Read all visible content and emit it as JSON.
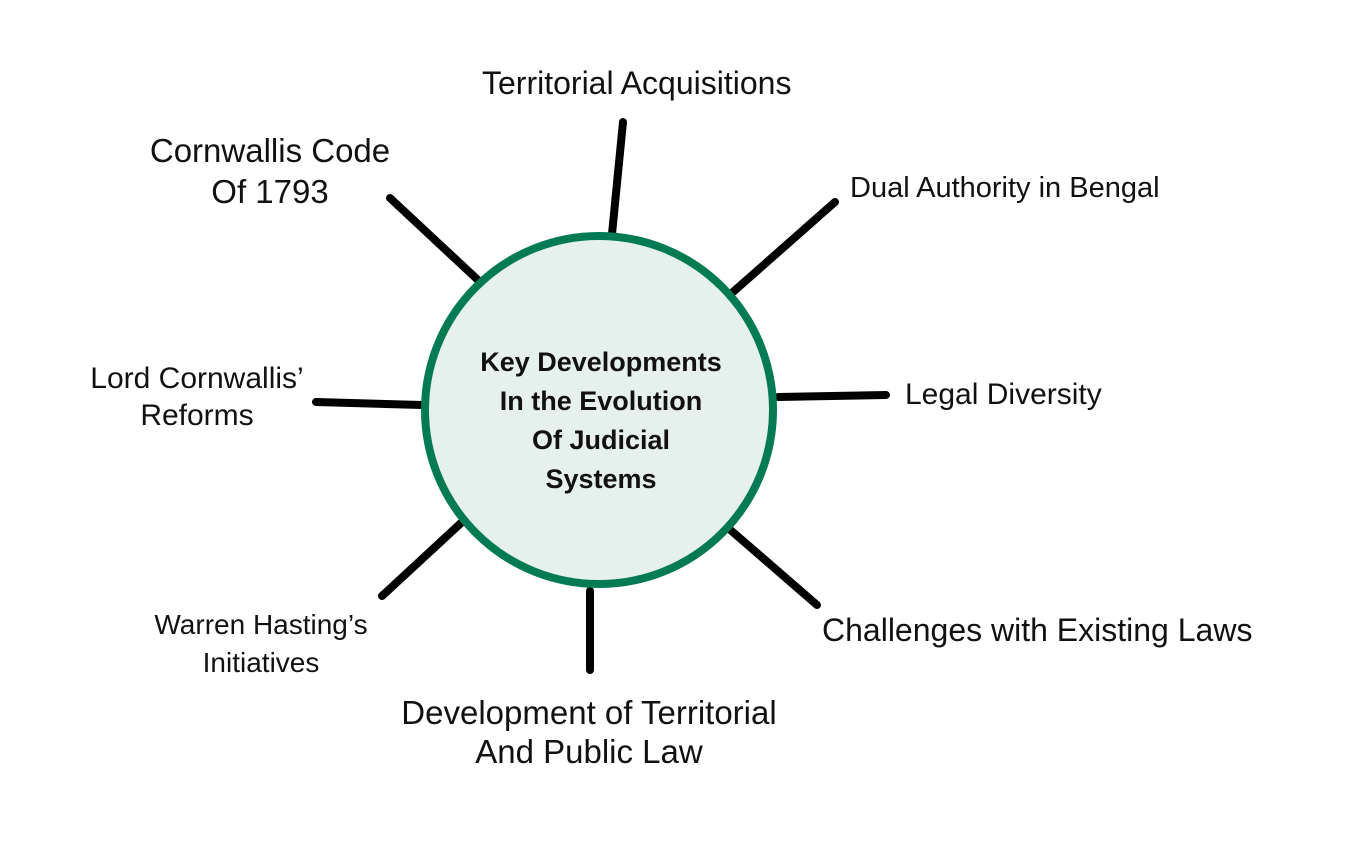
{
  "center": {
    "title_lines": [
      "Key Developments",
      "In the Evolution",
      "Of Judicial",
      "Systems"
    ]
  },
  "nodes": [
    {
      "id": "territorial-acquisitions",
      "lines": [
        "Territorial Acquisitions"
      ]
    },
    {
      "id": "dual-authority-in-bengal",
      "lines": [
        "Dual Authority in Bengal"
      ]
    },
    {
      "id": "legal-diversity",
      "lines": [
        "Legal Diversity"
      ]
    },
    {
      "id": "challenges-with-existing-laws",
      "lines": [
        "Challenges with Existing Laws"
      ]
    },
    {
      "id": "development-of-territorial-and-public-law",
      "lines": [
        "Development of Territorial",
        "And Public Law"
      ]
    },
    {
      "id": "warren-hastings-initiatives",
      "lines": [
        "Warren Hasting’s",
        "Initiatives"
      ]
    },
    {
      "id": "lord-cornwallis-reforms",
      "lines": [
        "Lord Cornwallis’",
        "Reforms"
      ]
    },
    {
      "id": "cornwallis-code-of-1793",
      "lines": [
        "Cornwallis Code",
        "Of 1793"
      ]
    }
  ],
  "colors": {
    "hub_fill": "#e6f1ed",
    "hub_stroke": "#027a54",
    "spoke": "#000000",
    "text": "#111111"
  }
}
